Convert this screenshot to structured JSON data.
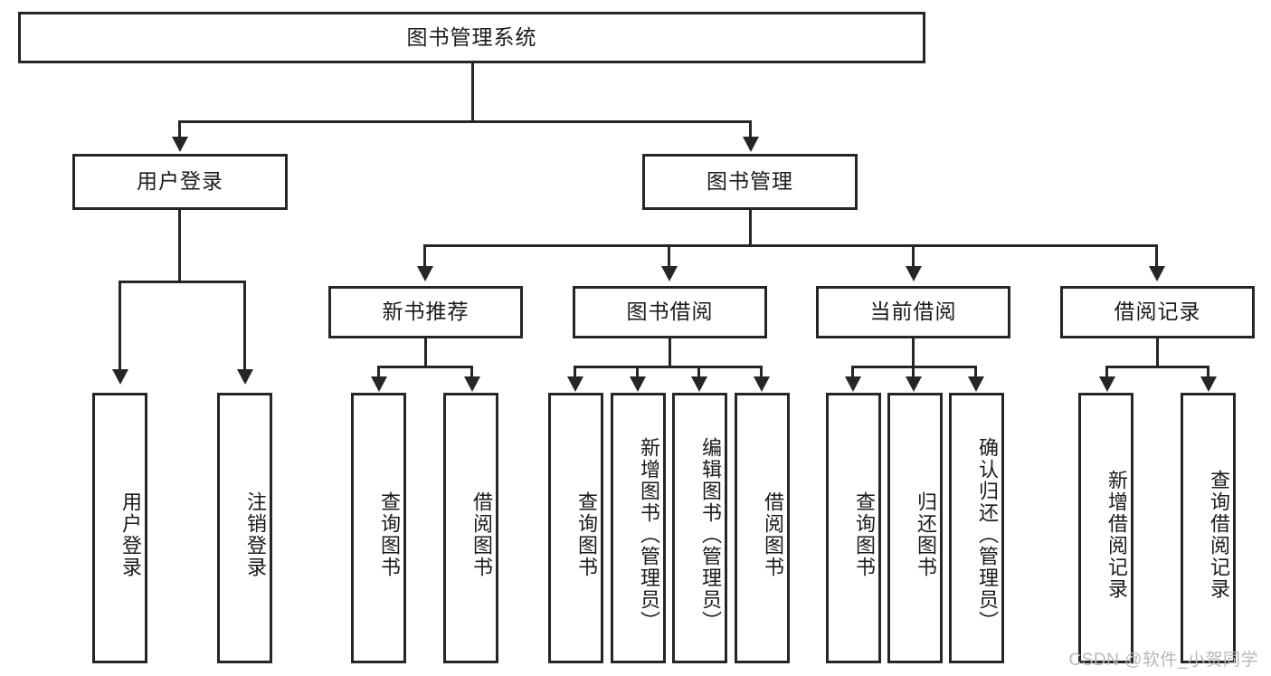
{
  "diagram": {
    "type": "hierarchy-tree",
    "title": "图书管理系统",
    "root": {
      "label": "图书管理系统"
    },
    "level2": [
      {
        "label": "用户登录"
      },
      {
        "label": "图书管理"
      }
    ],
    "level3": [
      {
        "label": "新书推荐"
      },
      {
        "label": "图书借阅"
      },
      {
        "label": "当前借阅"
      },
      {
        "label": "借阅记录"
      }
    ],
    "leaves": {
      "user_login": [
        {
          "label": "用户登录"
        },
        {
          "label": "注销登录"
        }
      ],
      "new_book_recommend": [
        {
          "label": "查询图书"
        },
        {
          "label": "借阅图书"
        }
      ],
      "book_borrow": [
        {
          "label": "查询图书"
        },
        {
          "label": "新增图书（管理员）"
        },
        {
          "label": "编辑图书（管理员）"
        },
        {
          "label": "借阅图书"
        }
      ],
      "current_borrow": [
        {
          "label": "查询图书"
        },
        {
          "label": "归还图书"
        },
        {
          "label": "确认归还（管理员）"
        }
      ],
      "borrow_record": [
        {
          "label": "新增借阅记录"
        },
        {
          "label": "查询借阅记录"
        }
      ]
    }
  },
  "watermark": {
    "text": "CSDN @软件_小贺同学"
  },
  "colors": {
    "stroke": "#262626",
    "fill": "#ffffff",
    "text": "#1a1a1a",
    "watermark": "#b8b8b8"
  }
}
